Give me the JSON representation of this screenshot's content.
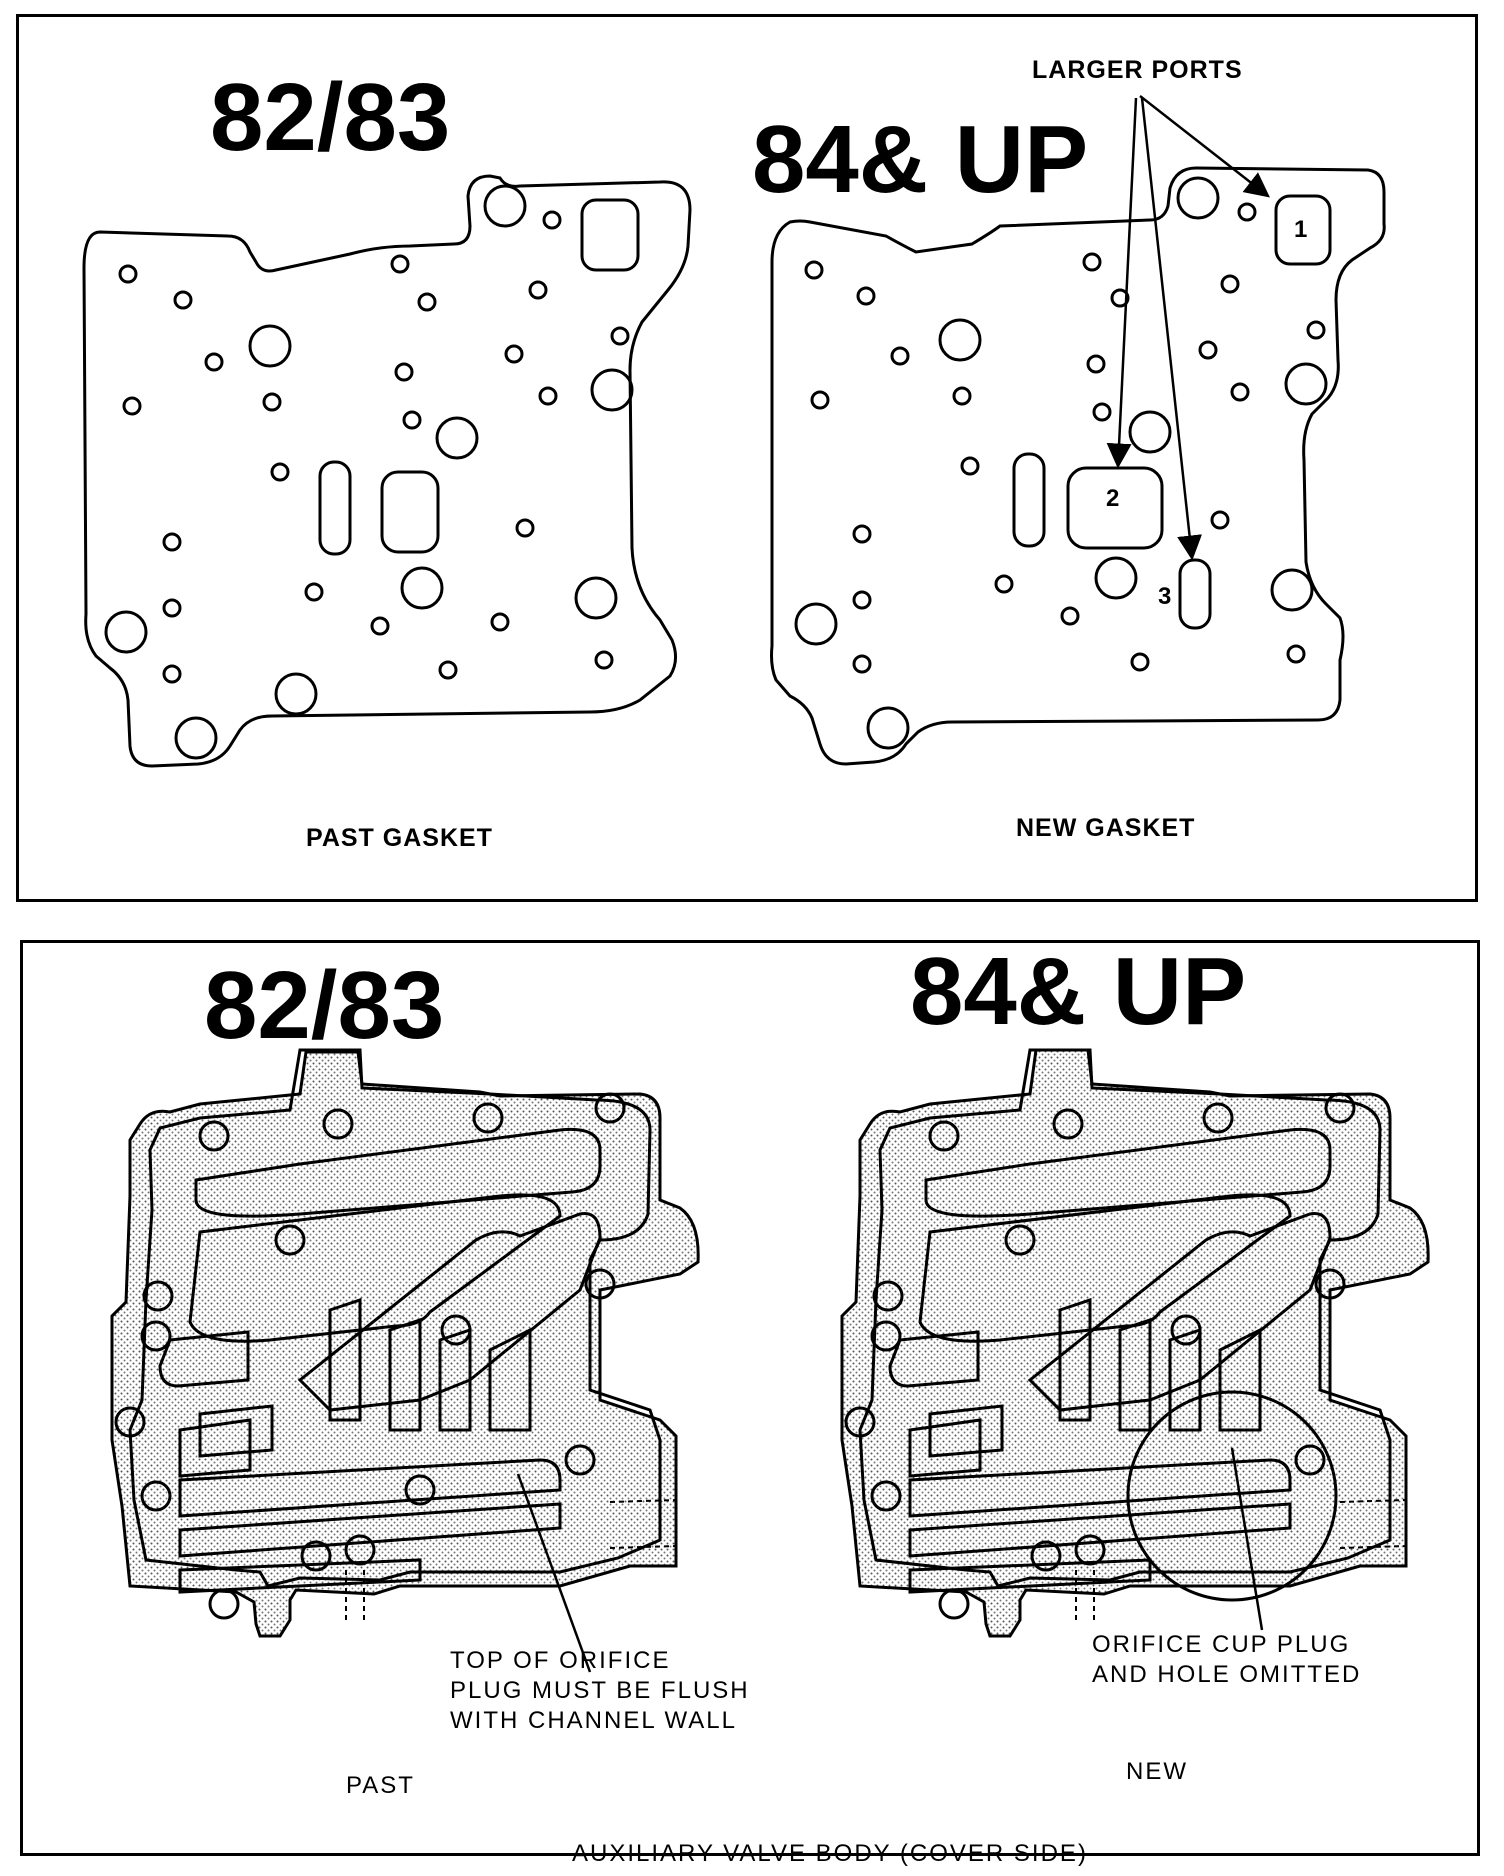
{
  "top": {
    "past_year": "82/83",
    "new_year": "84& UP",
    "callout": "LARGER PORTS",
    "past_caption": "PAST GASKET",
    "new_caption": "NEW GASKET",
    "ports": [
      "1",
      "2",
      "3"
    ]
  },
  "bottom": {
    "past_year": "82/83",
    "new_year": "84& UP",
    "past_note": [
      "TOP OF ORIFICE",
      "PLUG MUST BE FLUSH",
      "WITH CHANNEL WALL"
    ],
    "new_note": [
      "ORIFICE CUP PLUG",
      "AND HOLE OMITTED"
    ],
    "past_caption": "PAST",
    "new_caption": "NEW"
  },
  "figure_caption": "AUXILIARY VALVE BODY (COVER SIDE)"
}
